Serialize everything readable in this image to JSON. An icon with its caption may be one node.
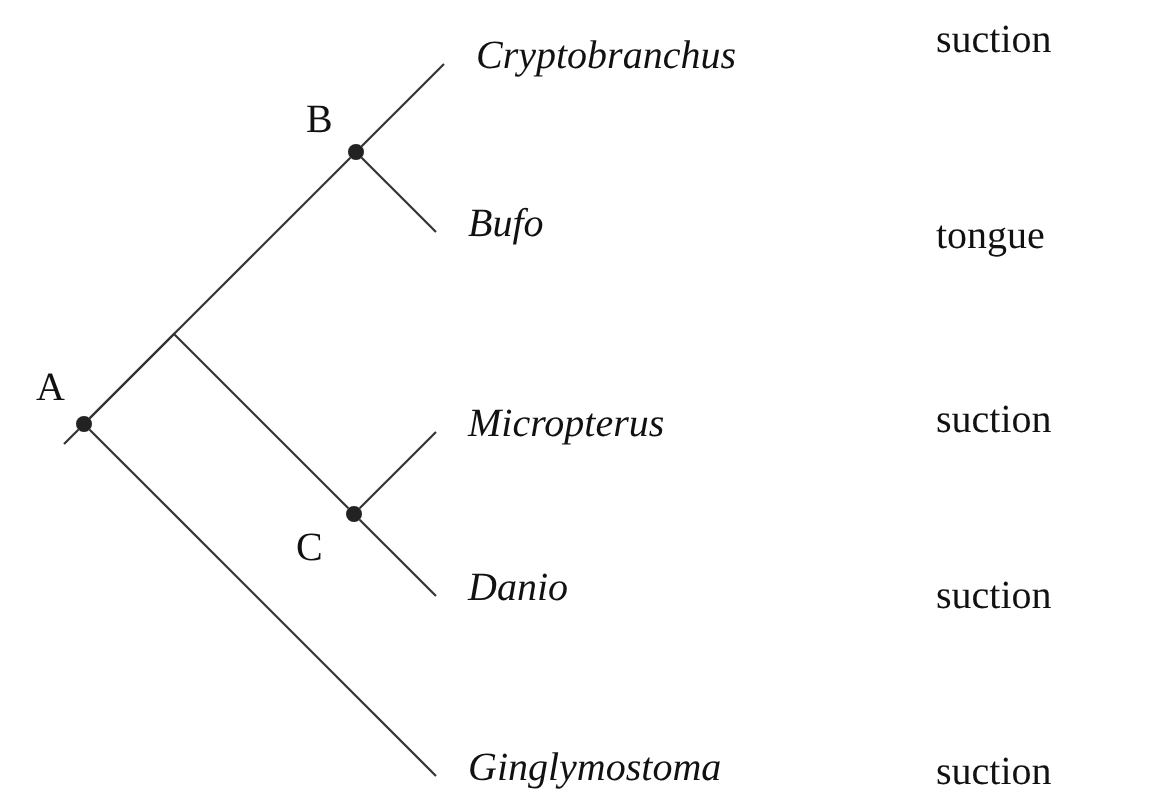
{
  "diagram": {
    "nodes": [
      {
        "text": [],
        "shape": "circle",
        "beside": [
          "A"
        ]
      },
      {
        "text": [],
        "shape": "circle",
        "beside": [
          "B"
        ]
      },
      {
        "text": [],
        "shape": "circle",
        "beside": [
          "C"
        ]
      },
      {
        "text": [
          "Cryptobranchus"
        ]
      },
      {
        "text": [
          "Bufo"
        ]
      },
      {
        "text": [
          "Micropterus"
        ]
      },
      {
        "text": [
          "Danio"
        ]
      },
      {
        "text": [
          "Ginglymostoma"
        ]
      }
    ],
    "labels": [
      "suction",
      "tongue",
      "suction",
      "suction",
      "suction"
    ],
    "edges": [
      {
        "from": null,
        "to": 0,
        "arrow": "none"
      },
      {
        "from": 0,
        "to": 1,
        "arrow": "none"
      },
      {
        "from": 0,
        "to": 2,
        "arrow": "none"
      },
      {
        "from": 0,
        "to": 7,
        "arrow": "none"
      },
      {
        "from": 1,
        "to": 3,
        "arrow": "none"
      },
      {
        "from": 1,
        "to": 4,
        "arrow": "none"
      },
      {
        "from": 2,
        "to": 5,
        "arrow": "none"
      },
      {
        "from": 2,
        "to": 6,
        "arrow": "none"
      }
    ]
  }
}
